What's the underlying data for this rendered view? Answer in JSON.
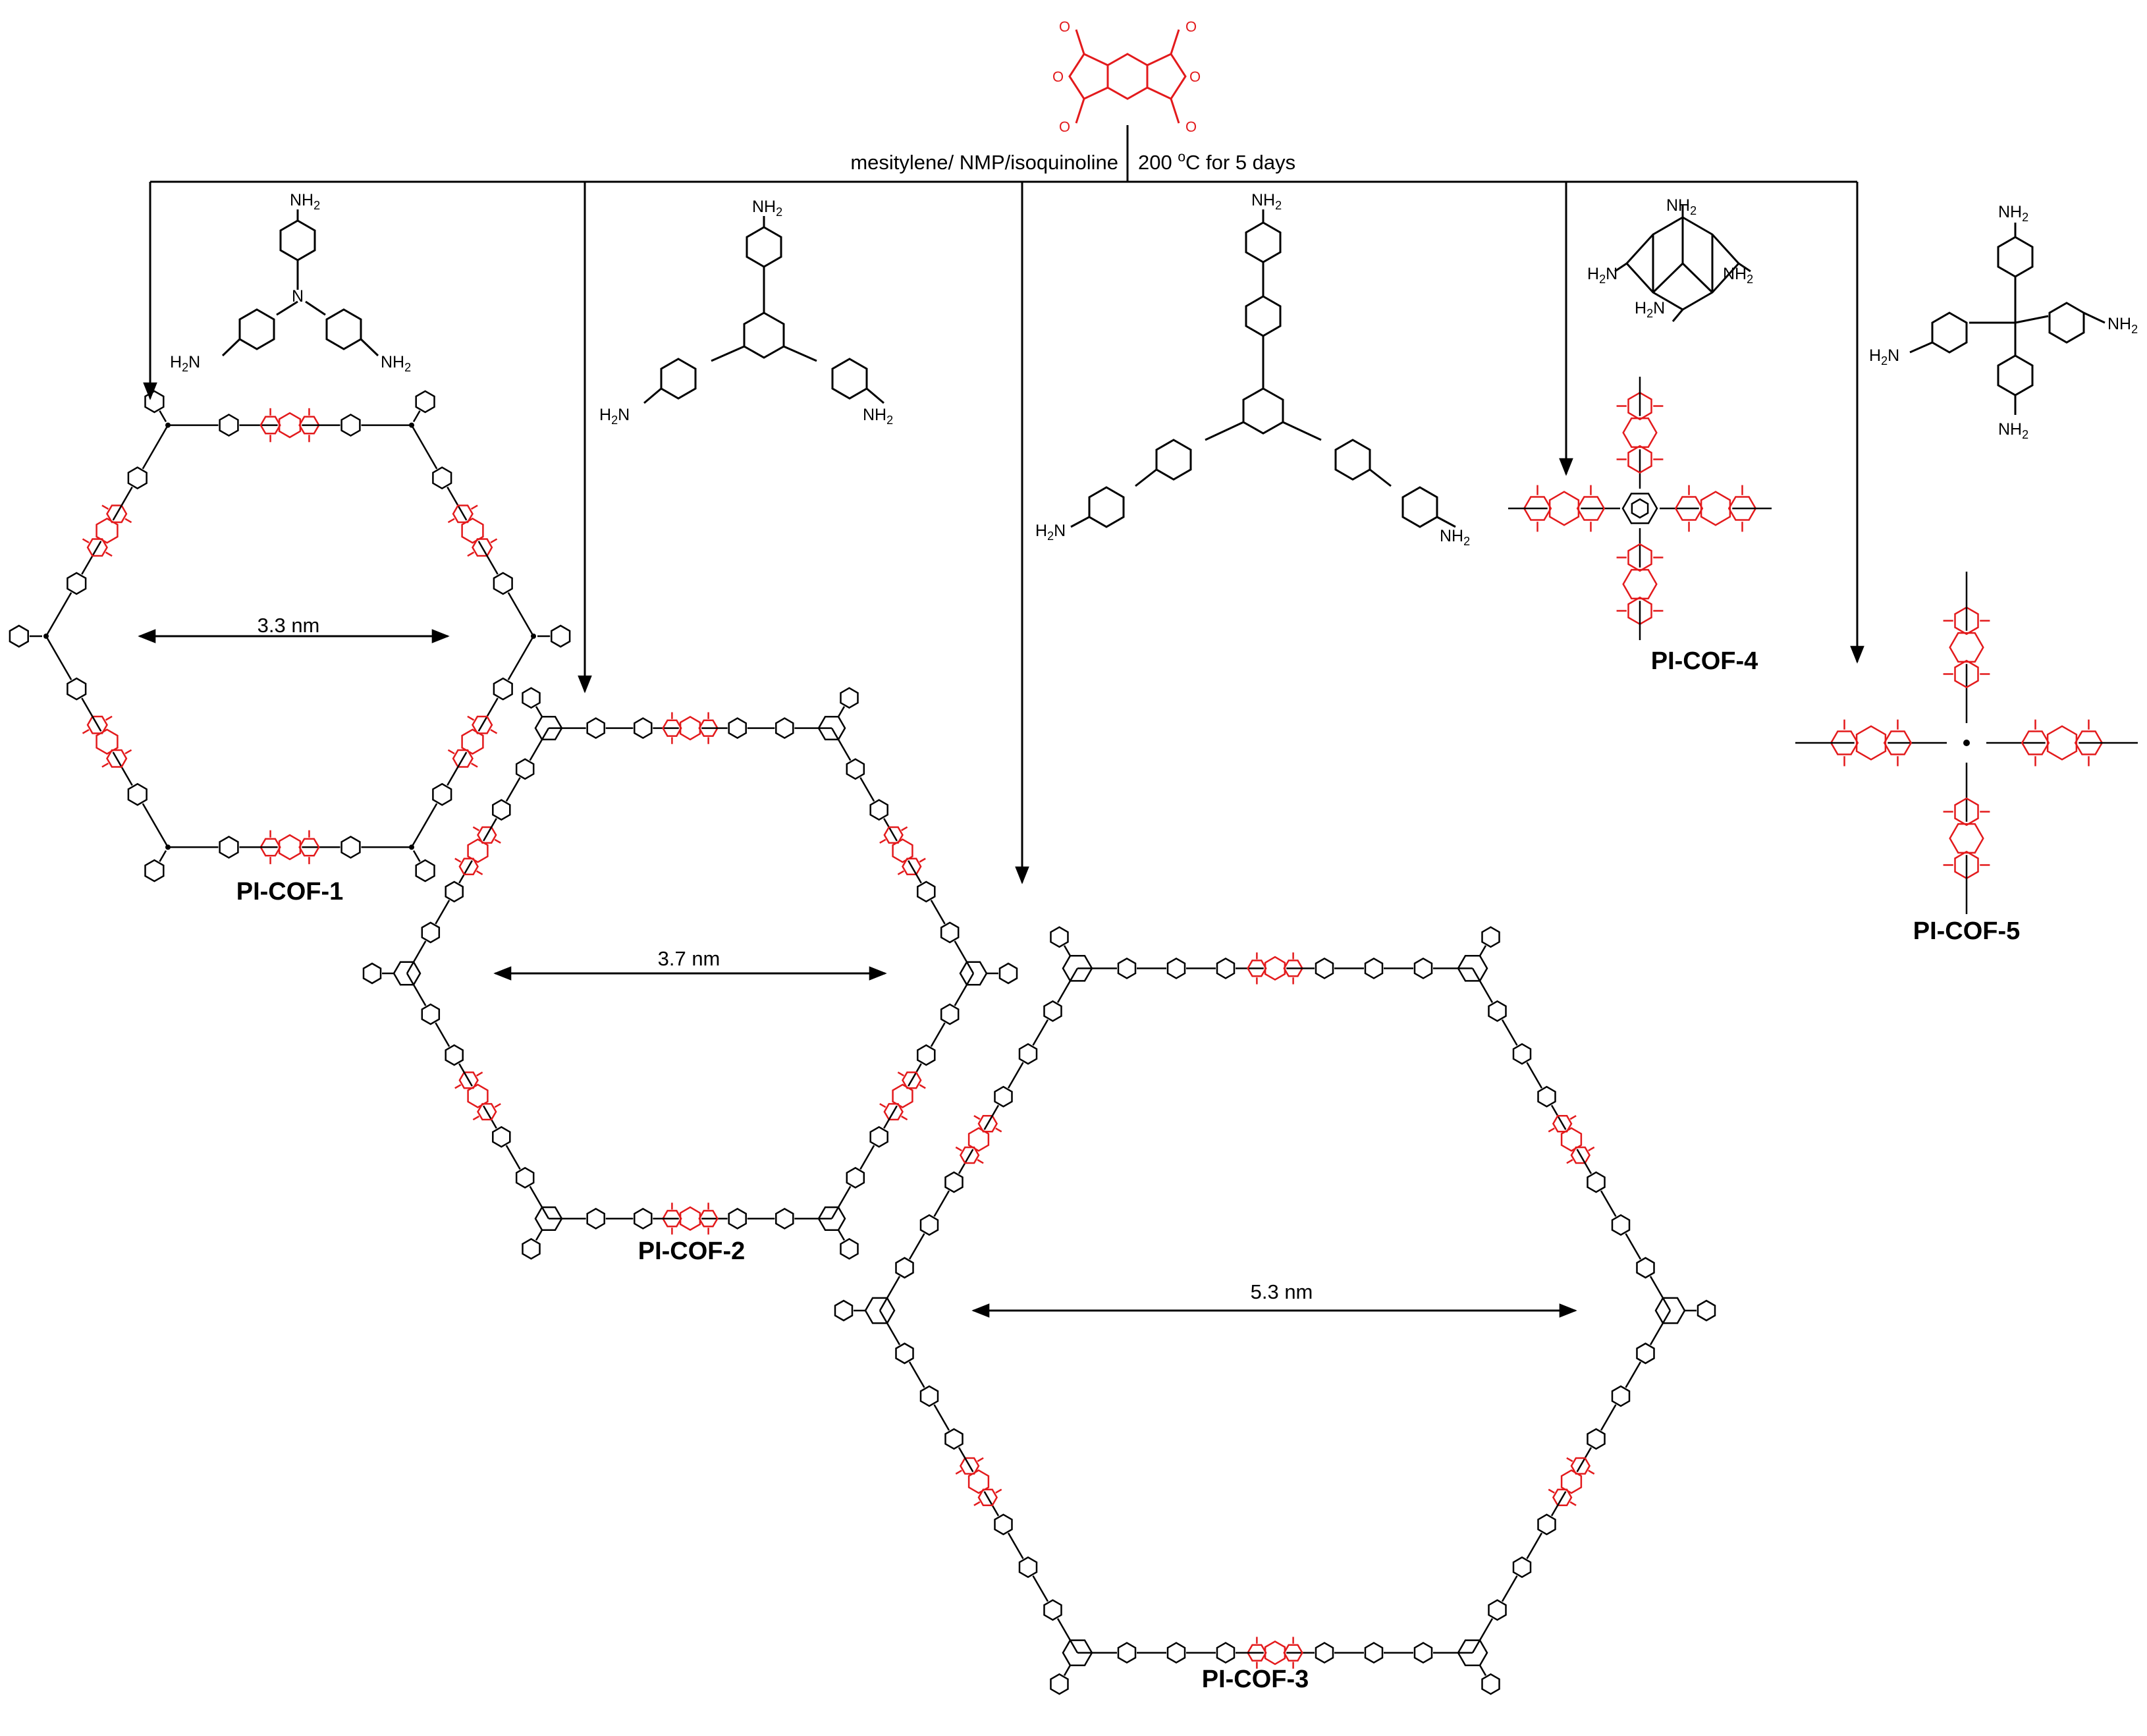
{
  "reagent": "pyromellitic dianhydride",
  "conditions": {
    "left": "mesitylene/  NMP/isoquinoline",
    "right_prefix": "200 ",
    "right_sup": "o",
    "right_suffix": "C for 5 days"
  },
  "pore_sizes": {
    "cof1": "3.3 nm",
    "cof2": "3.7 nm",
    "cof3": "5.3 nm"
  },
  "products": {
    "cof1": "PI-COF-1",
    "cof2": "PI-COF-2",
    "cof3": "PI-COF-3",
    "cof4": "PI-COF-4",
    "cof5": "PI-COF-5"
  },
  "atoms": {
    "nh2": "NH",
    "h2n": "H",
    "sub2": "2",
    "n": "N",
    "o": "O"
  },
  "colors": {
    "imide": "#e31a1c",
    "linker": "#000000"
  }
}
